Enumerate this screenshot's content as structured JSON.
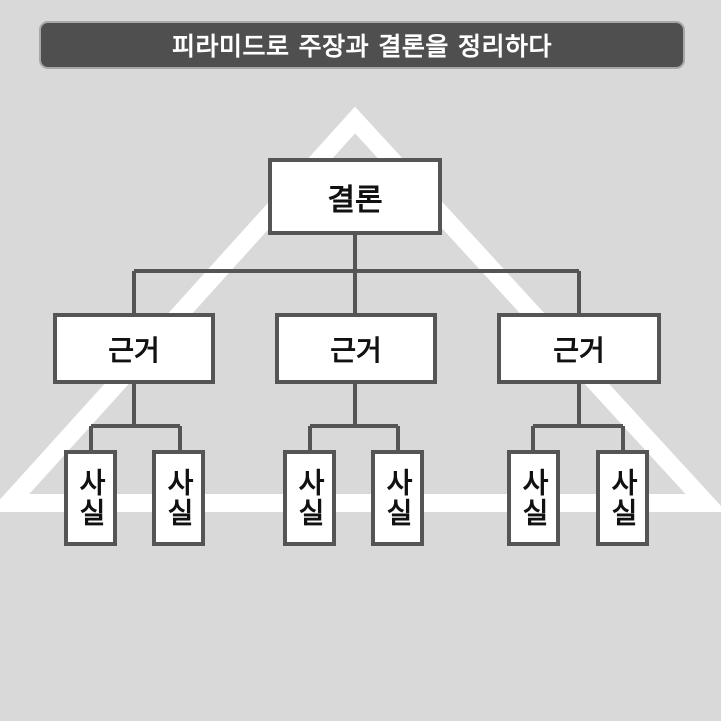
{
  "title": "피라미드로 주장과 결론을 정리하다",
  "conclusion": {
    "label": "결론"
  },
  "reasons": [
    {
      "label": "근거",
      "facts": [
        {
          "label": "사실"
        },
        {
          "label": "사실"
        }
      ]
    },
    {
      "label": "근거",
      "facts": [
        {
          "label": "사실"
        },
        {
          "label": "사실"
        }
      ]
    },
    {
      "label": "근거",
      "facts": [
        {
          "label": "사실"
        },
        {
          "label": "사실"
        }
      ]
    }
  ],
  "colors": {
    "background": "#d9d9d9",
    "title_bar": "#4f4f4f",
    "box_border": "#555555",
    "connector": "#555555",
    "pyramid": "#ffffff"
  }
}
